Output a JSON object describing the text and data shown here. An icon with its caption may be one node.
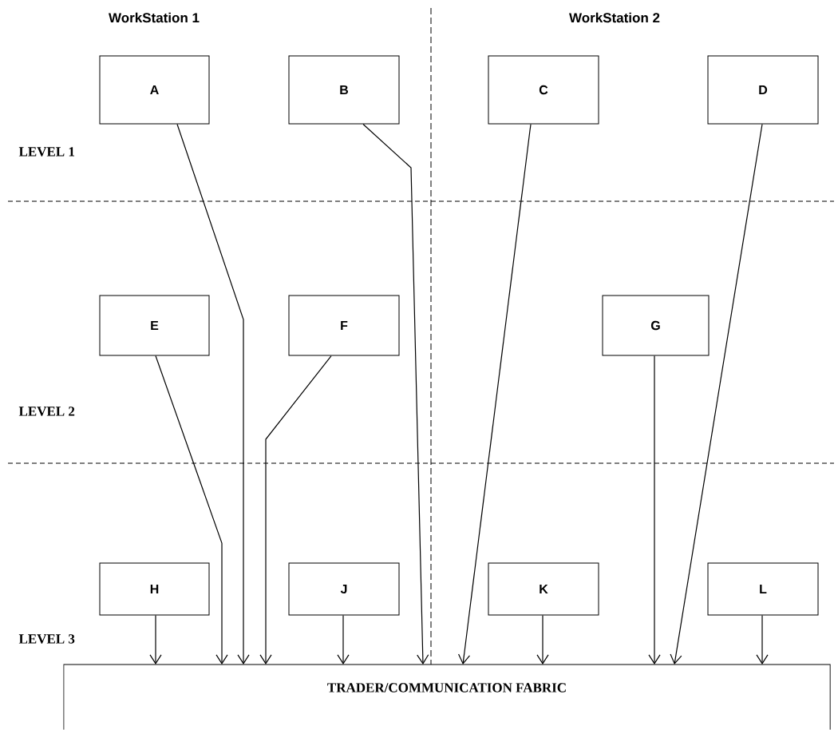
{
  "diagram": {
    "nodes": [
      {
        "text": [
          "A"
        ]
      },
      {
        "text": [
          "B"
        ]
      },
      {
        "text": [
          "C"
        ]
      },
      {
        "text": [
          "D"
        ]
      },
      {
        "text": [
          "E"
        ]
      },
      {
        "text": [
          "F"
        ]
      },
      {
        "text": [
          "G"
        ]
      },
      {
        "text": [
          "H"
        ]
      },
      {
        "text": [
          "J"
        ]
      },
      {
        "text": [
          "K"
        ]
      },
      {
        "text": [
          "L"
        ]
      },
      {
        "text": [
          "TRADER/COMMUNICATION FABRIC"
        ]
      }
    ],
    "edges": [
      {
        "from": 0,
        "to": 11,
        "arrow": "to"
      },
      {
        "from": 1,
        "to": 11,
        "arrow": "to"
      },
      {
        "from": 2,
        "to": 11,
        "arrow": "to"
      },
      {
        "from": 3,
        "to": 11,
        "arrow": "to"
      },
      {
        "from": 4,
        "to": 11,
        "arrow": "to"
      },
      {
        "from": 5,
        "to": 11,
        "arrow": "to"
      },
      {
        "from": 6,
        "to": 11,
        "arrow": "to"
      },
      {
        "from": 7,
        "to": 11,
        "arrow": "to"
      },
      {
        "from": 8,
        "to": 11,
        "arrow": "to"
      },
      {
        "from": 9,
        "to": 11,
        "arrow": "to"
      },
      {
        "from": 10,
        "to": 11,
        "arrow": "to"
      }
    ],
    "labels": [
      "WorkStation 1",
      "WorkStation 2",
      "LEVEL 1",
      "LEVEL 2",
      "LEVEL 3"
    ]
  }
}
